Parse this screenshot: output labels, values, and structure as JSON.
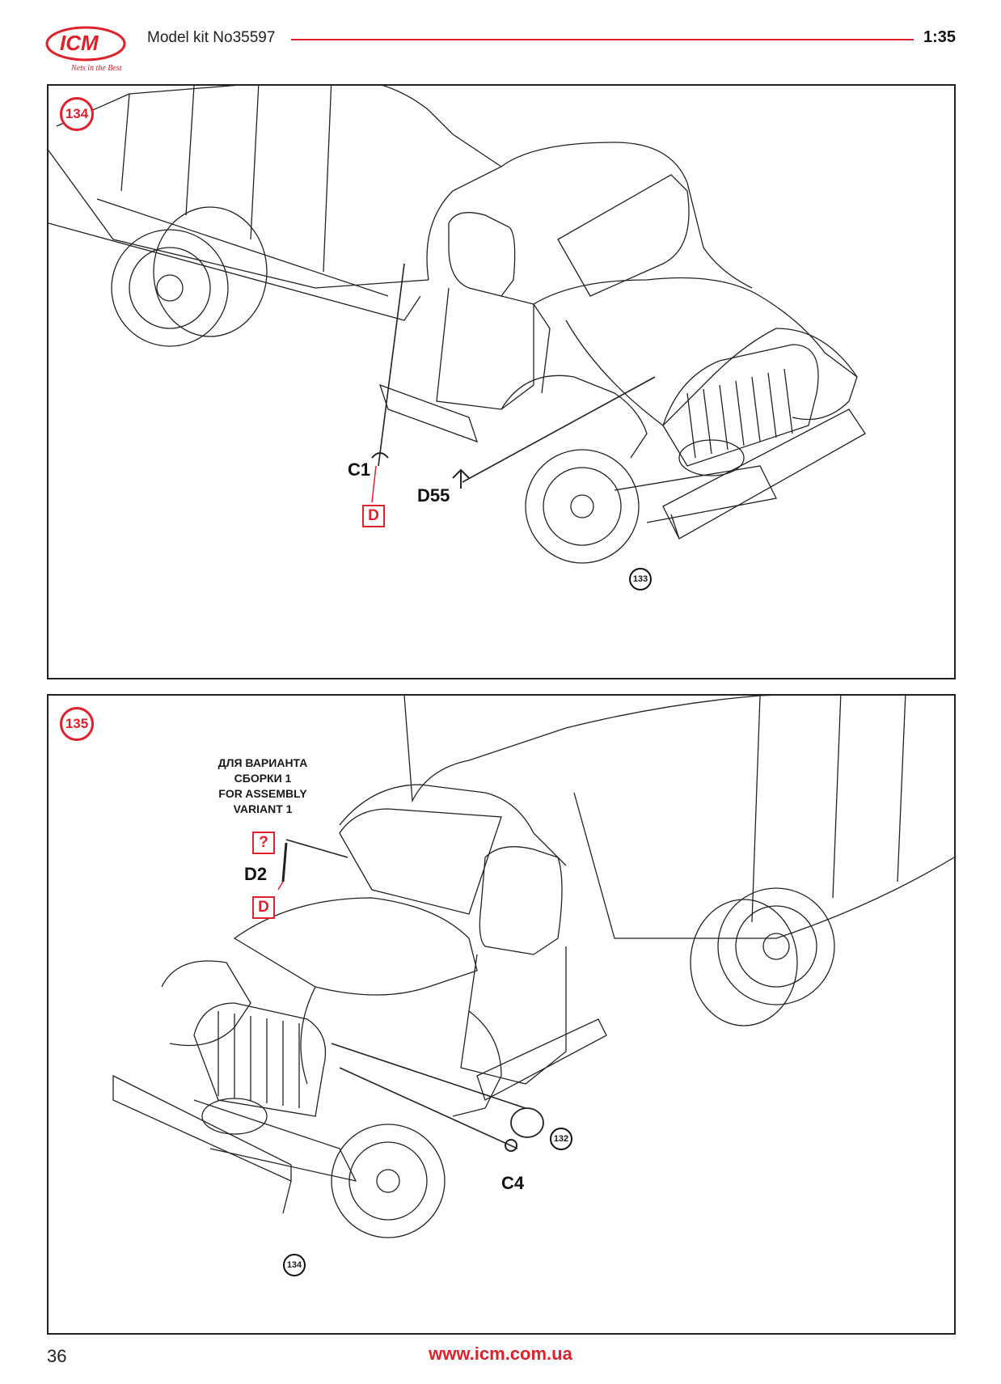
{
  "header": {
    "brand": "ICM",
    "tagline": "Nets in the Best",
    "kit_title": "Model kit No35597",
    "scale": "1:35"
  },
  "colors": {
    "accent": "#e0202a",
    "line": "#222222"
  },
  "step_a": {
    "number": "134",
    "parts": [
      "C1",
      "D55"
    ],
    "paint_code": "D",
    "ref_step": "133"
  },
  "step_b": {
    "number": "135",
    "variant_note": [
      "ДЛЯ ВАРИАНТА",
      "СБОРКИ 1",
      "FOR ASSEMBLY",
      "VARIANT 1"
    ],
    "unknown_paint": "?",
    "parts": [
      "D2",
      "C4"
    ],
    "paint_code": "D",
    "ref_steps": [
      "132",
      "134"
    ]
  },
  "footer": {
    "page_number": "36",
    "url": "www.icm.com.ua"
  },
  "icons": [
    "icm-logo-icon",
    "truck-illustration-front-right",
    "truck-illustration-front-left"
  ]
}
